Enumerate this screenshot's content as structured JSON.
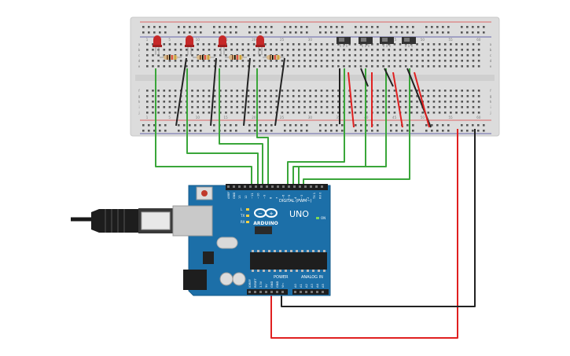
{
  "breadboard": {
    "column_numbers": [
      "1",
      "5",
      "10",
      "15",
      "20",
      "25",
      "30",
      "35",
      "40",
      "45",
      "50",
      "55",
      "60"
    ],
    "row_letters_top": [
      "a",
      "b",
      "c",
      "d",
      "e"
    ],
    "row_letters_bottom": [
      "f",
      "g",
      "h",
      "i",
      "j"
    ]
  },
  "arduino": {
    "logo_text": "ARDUINO",
    "model_text": "UNO",
    "digital_label": "DIGITAL (PWM~)",
    "power_label": "POWER",
    "analog_label": "ANALOG IN",
    "tx_label": "TX",
    "rx_label": "RX",
    "l_label": "L",
    "on_label": "ON",
    "aref_label": "AREF",
    "gnd_label": "GND",
    "ioref_label": "IOREF",
    "reset_label": "RESET",
    "v33_label": "3.3V",
    "v5_label": "5V",
    "vin_label": "Vin",
    "digital_pins": [
      "13",
      "12",
      "~11",
      "~10",
      "~9",
      "8",
      "7",
      "~6",
      "~5",
      "4",
      "~3",
      "2",
      "TX 1",
      "RX 0"
    ],
    "analog_pins": [
      "A0",
      "A1",
      "A2",
      "A3",
      "A4",
      "A5"
    ]
  },
  "components": {
    "led_color": "#c62828",
    "switch_color": "#333333"
  },
  "wires": {
    "green": "#3aa63a",
    "red": "#e02020",
    "black": "#222222"
  }
}
